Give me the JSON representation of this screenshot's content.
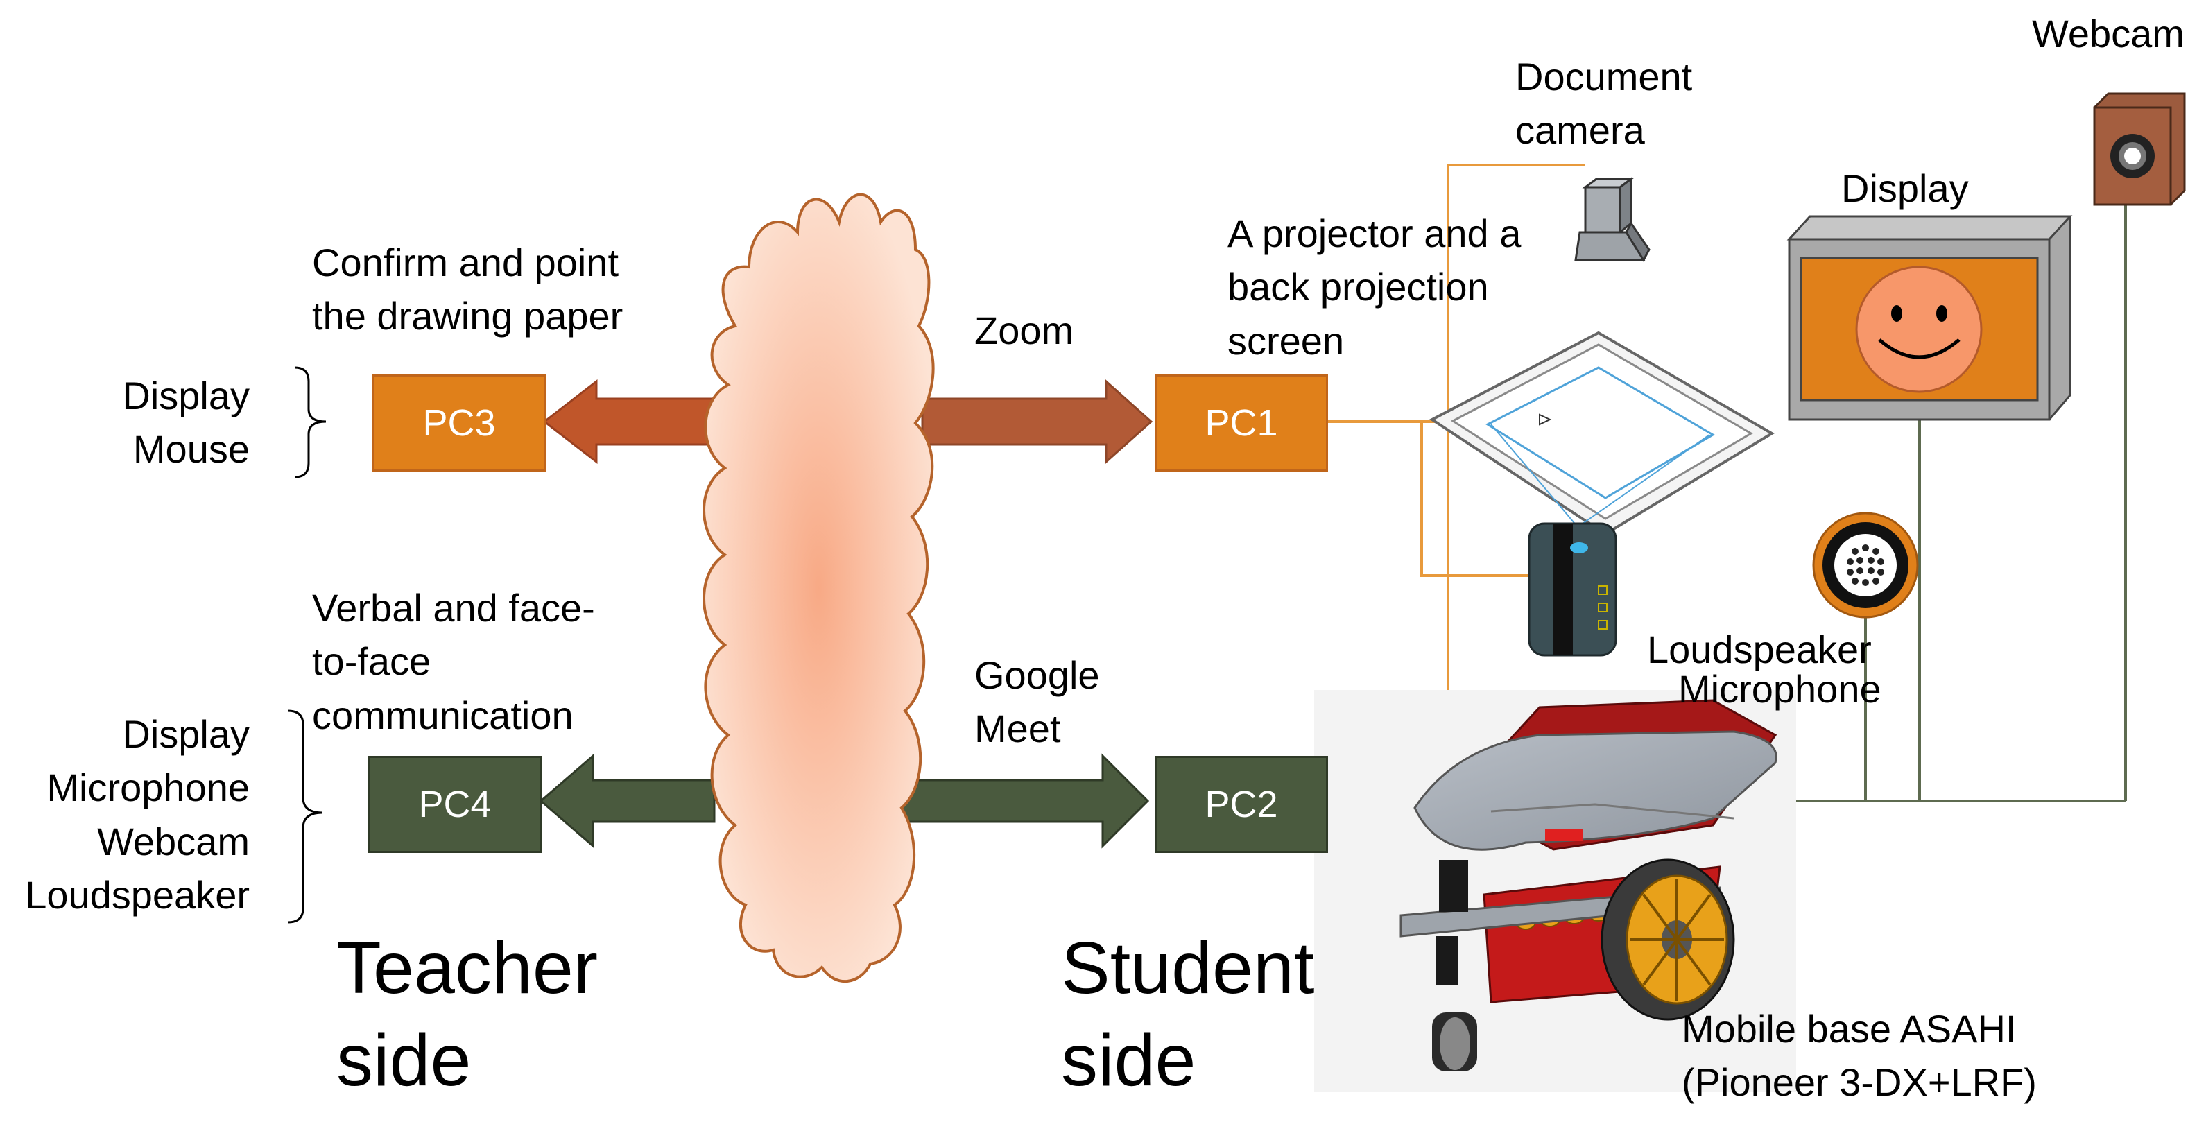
{
  "colors": {
    "orange": "#E0801A",
    "orange_border": "#C0651A",
    "dark_green": "#4A5A3E",
    "rust_arrow": "#C0562A",
    "brown_arrow": "#B25A36",
    "cloud_fill": "#F9C2A6",
    "line_orange": "#E89A3C",
    "line_green": "#5E6B50"
  },
  "nodes": {
    "pc1": "PC1",
    "pc2": "PC2",
    "pc3": "PC3",
    "pc4": "PC4"
  },
  "labels": {
    "zoom": "Zoom",
    "google_meet": [
      "Google",
      "Meet"
    ],
    "confirm": [
      "Confirm and point",
      "the drawing paper"
    ],
    "verbal": [
      "Verbal and face-",
      "to-face",
      "communication"
    ],
    "pc3_devices": [
      "Display",
      "Mouse"
    ],
    "pc4_devices": [
      "Display",
      "Microphone",
      "Webcam",
      "Loudspeaker"
    ],
    "teacher_side": [
      "Teacher",
      "side"
    ],
    "student_side": [
      "Student",
      "side"
    ],
    "document_camera": [
      "Document",
      "camera"
    ],
    "projector": [
      "A projector and a",
      "back projection",
      "screen"
    ],
    "display": "Display",
    "webcam": "Webcam",
    "loudspeaker": "Loudspeaker",
    "microphone": "Microphone",
    "mobile_base": [
      "Mobile base ASAHI",
      "(Pioneer 3-DX+LRF)"
    ]
  },
  "icons": [
    "cloud-icon",
    "document-camera-icon",
    "projection-screen-icon",
    "projector-icon",
    "display-icon",
    "smiley-face-icon",
    "webcam-icon",
    "loudspeaker-icon",
    "robot-base-icon"
  ]
}
